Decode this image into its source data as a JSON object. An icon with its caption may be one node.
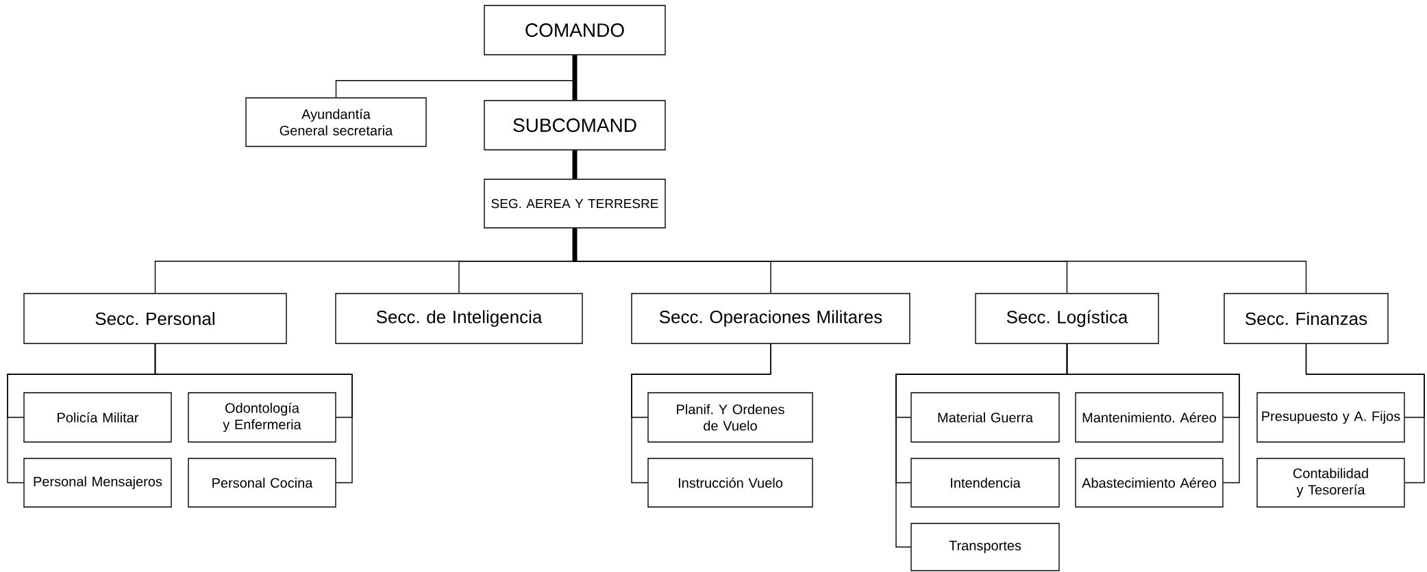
{
  "diagram": {
    "nodes": [
      {
        "text": [
          "COMANDO"
        ]
      },
      {
        "text": [
          "Ayundantía General secretaria"
        ]
      },
      {
        "text": [
          "SUBCOMAND"
        ]
      },
      {
        "text": [
          "SEG. AEREA Y TERRESRE"
        ]
      },
      {
        "text": [
          "Secc. Personal"
        ]
      },
      {
        "text": [
          "Secc. de Inteligencia"
        ]
      },
      {
        "text": [
          "Secc. Operaciones Militares"
        ]
      },
      {
        "text": [
          "Secc. Logística"
        ]
      },
      {
        "text": [
          "Secc. Finanzas"
        ]
      },
      {
        "text": [
          "Policía Militar"
        ]
      },
      {
        "text": [
          "Odontología y Enfermeria"
        ]
      },
      {
        "text": [
          "Personal Mensajeros"
        ]
      },
      {
        "text": [
          "Personal Cocina"
        ]
      },
      {
        "text": [
          "Planif. Y Ordenes de Vuelo"
        ]
      },
      {
        "text": [
          "Instrucción Vuelo"
        ]
      },
      {
        "text": [
          "Material Guerra"
        ]
      },
      {
        "text": [
          "Mantenimiento. Aéreo"
        ]
      },
      {
        "text": [
          "Intendencia"
        ]
      },
      {
        "text": [
          "Abastecimiento Aéreo"
        ]
      },
      {
        "text": [
          "Transportes"
        ]
      },
      {
        "text": [
          "Presupuesto y A. Fijos"
        ]
      },
      {
        "text": [
          "Contabilidad y Tesorería"
        ]
      }
    ],
    "edges": [
      {
        "from": 0,
        "to": 2,
        "arrow": "none",
        "style": "thick"
      },
      {
        "from": 0,
        "to": 1,
        "arrow": "none"
      },
      {
        "from": 2,
        "to": 3,
        "arrow": "none",
        "style": "thick"
      },
      {
        "from": 3,
        "to": 4,
        "arrow": "none"
      },
      {
        "from": 3,
        "to": 5,
        "arrow": "none"
      },
      {
        "from": 3,
        "to": 6,
        "arrow": "none"
      },
      {
        "from": 3,
        "to": 7,
        "arrow": "none"
      },
      {
        "from": 3,
        "to": 8,
        "arrow": "none"
      },
      {
        "from": 4,
        "to": 9,
        "arrow": "none"
      },
      {
        "from": 4,
        "to": 10,
        "arrow": "none"
      },
      {
        "from": 4,
        "to": 11,
        "arrow": "none"
      },
      {
        "from": 4,
        "to": 12,
        "arrow": "none"
      },
      {
        "from": 6,
        "to": 13,
        "arrow": "none"
      },
      {
        "from": 6,
        "to": 14,
        "arrow": "none"
      },
      {
        "from": 7,
        "to": 15,
        "arrow": "none"
      },
      {
        "from": 7,
        "to": 16,
        "arrow": "none"
      },
      {
        "from": 7,
        "to": 17,
        "arrow": "none"
      },
      {
        "from": 7,
        "to": 18,
        "arrow": "none"
      },
      {
        "from": 7,
        "to": 19,
        "arrow": "none"
      },
      {
        "from": 8,
        "to": 20,
        "arrow": "none"
      },
      {
        "from": 8,
        "to": 21,
        "arrow": "none"
      }
    ]
  }
}
